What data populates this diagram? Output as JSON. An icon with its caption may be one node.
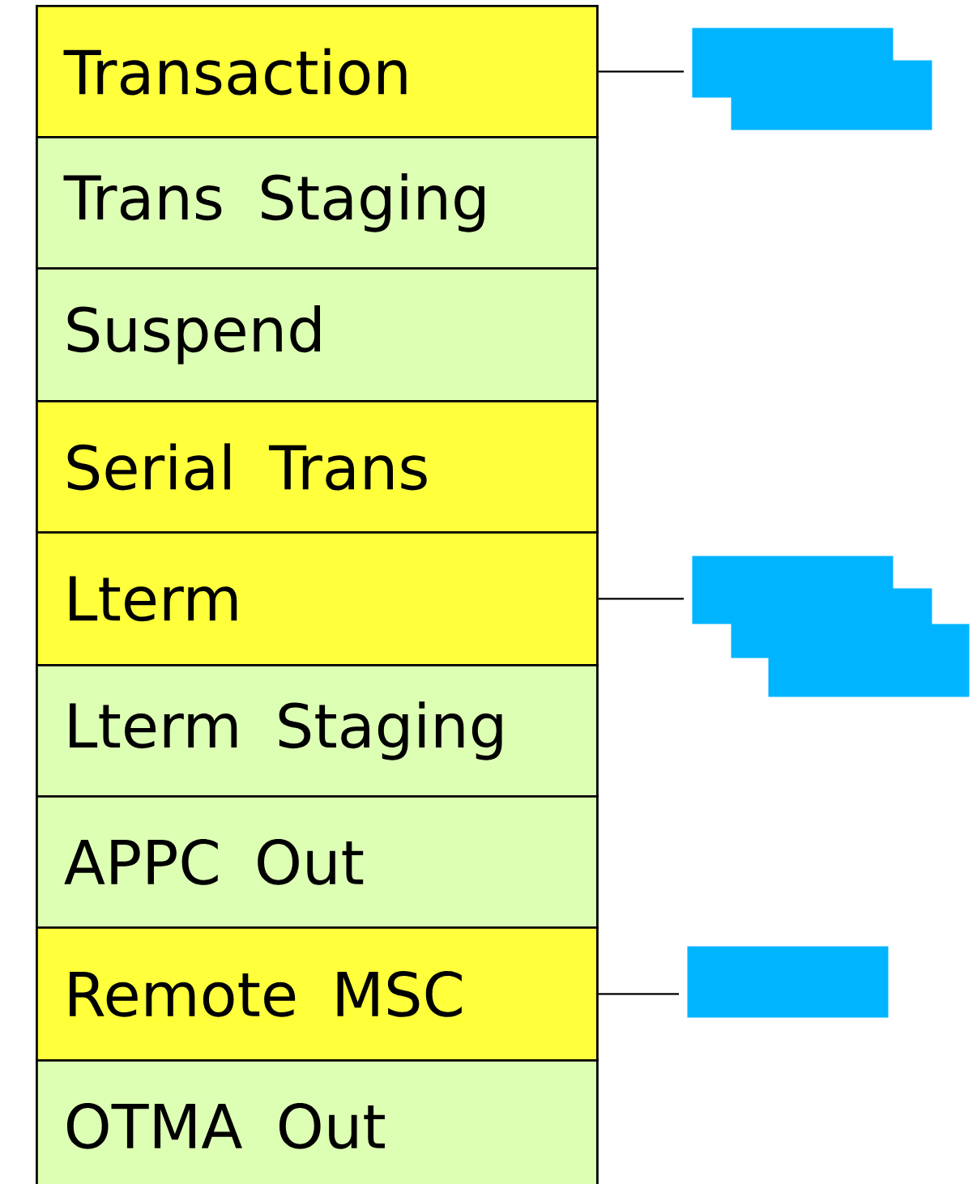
{
  "diagram": {
    "nodes": [
      {
        "text": [
          "Transaction"
        ]
      },
      {
        "text": [
          "Trans Staging"
        ]
      },
      {
        "text": [
          "Suspend"
        ]
      },
      {
        "text": [
          "Serial Trans"
        ]
      },
      {
        "text": [
          "Lterm"
        ]
      },
      {
        "text": [
          "Lterm Staging"
        ]
      },
      {
        "text": [
          "APPC Out"
        ]
      },
      {
        "text": [
          "Remote MSC"
        ]
      },
      {
        "text": [
          "OTMA Out"
        ]
      },
      {
        "text": [],
        "shape": "box"
      },
      {
        "text": [],
        "shape": "box"
      },
      {
        "text": [],
        "shape": "box"
      },
      {
        "text": [],
        "shape": "box"
      },
      {
        "text": [],
        "shape": "box"
      },
      {
        "text": [],
        "shape": "box"
      }
    ],
    "edges": [
      {
        "from": 0,
        "to": 9,
        "arrow": "none"
      },
      {
        "from": 4,
        "to": 11,
        "arrow": "none"
      },
      {
        "from": 7,
        "to": 14,
        "arrow": "none"
      }
    ]
  }
}
